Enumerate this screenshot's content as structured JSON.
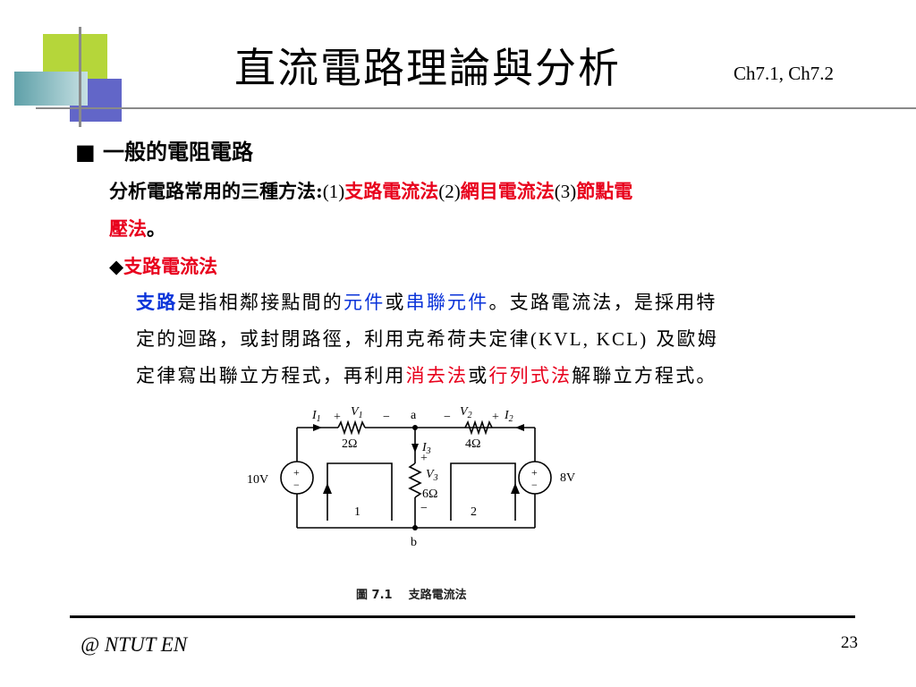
{
  "slide": {
    "title": "直流電路理論與分析",
    "chapter": "Ch7.1, Ch7.2",
    "heading": {
      "bullet": "■",
      "text": "一般的電阻電路"
    },
    "methods_line": {
      "prefix": "分析電路常用的三種方法:",
      "n1": "(1)",
      "m1": "支路電流法",
      "n2": "(2)",
      "m2": "網目電流法",
      "n3": "(3)",
      "m3a": "節點電",
      "m3b": "壓法",
      "end": "。"
    },
    "sub_heading": {
      "bullet": "◆",
      "text": "支路電流法"
    },
    "paragraph": {
      "t1": "支路",
      "t2": "是指相鄰接點間的",
      "t3": "元件",
      "t4": "或",
      "t5": "串聯元件",
      "t6": "。支路電流法，是採用特",
      "line2_a": "定的迴路，或封閉路徑，利用克希荷夫定律",
      "line2_b": "(KVL, KCL)",
      "line2_c": " 及歐姆",
      "line3_a": "定律寫出聯立方程式，再利用",
      "line3_b": "消去法",
      "line3_c": "或",
      "line3_d": "行列式法",
      "line3_e": "解聯立方程式。"
    },
    "figure": {
      "caption_label": "圖 7.1",
      "caption_text": "支路電流法",
      "circuit": {
        "node_a": "a",
        "node_b": "b",
        "I1": "I",
        "I1_sub": "1",
        "V1": "V",
        "V1_sub": "1",
        "R1": "2Ω",
        "I3": "I",
        "I3_sub": "3",
        "V3": "V",
        "V3_sub": "3",
        "R3": "6Ω",
        "V2": "V",
        "V2_sub": "2",
        "I2": "I",
        "I2_sub": "2",
        "R2": "4Ω",
        "source_left": "10V",
        "source_right": "8V",
        "plus": "+",
        "minus": "−",
        "loop1": "1",
        "loop2": "2"
      }
    },
    "footer": {
      "left": "@ NTUT EN",
      "page": "23"
    }
  }
}
